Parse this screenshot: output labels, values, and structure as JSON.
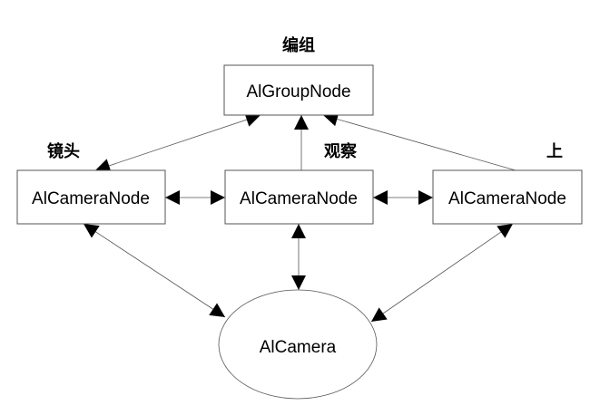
{
  "diagram": {
    "group_node": {
      "label": "AlGroupNode",
      "caption": "编组"
    },
    "camera_nodes": [
      {
        "label": "AlCameraNode",
        "caption": "镜头"
      },
      {
        "label": "AlCameraNode",
        "caption": "观察"
      },
      {
        "label": "AlCameraNode",
        "caption": "上"
      }
    ],
    "camera": {
      "label": "AlCamera"
    },
    "edges": [
      {
        "from": "camera_node_left",
        "to": "group_node",
        "arrows": "both"
      },
      {
        "from": "camera_node_middle",
        "to": "group_node",
        "arrows": "end"
      },
      {
        "from": "camera_node_right",
        "to": "group_node",
        "arrows": "end"
      },
      {
        "from": "camera_node_left",
        "to": "camera_node_middle",
        "arrows": "both"
      },
      {
        "from": "camera_node_middle",
        "to": "camera_node_right",
        "arrows": "both"
      },
      {
        "from": "camera_node_left",
        "to": "camera",
        "arrows": "both"
      },
      {
        "from": "camera_node_middle",
        "to": "camera",
        "arrows": "both"
      },
      {
        "from": "camera_node_right",
        "to": "camera",
        "arrows": "both"
      }
    ]
  }
}
